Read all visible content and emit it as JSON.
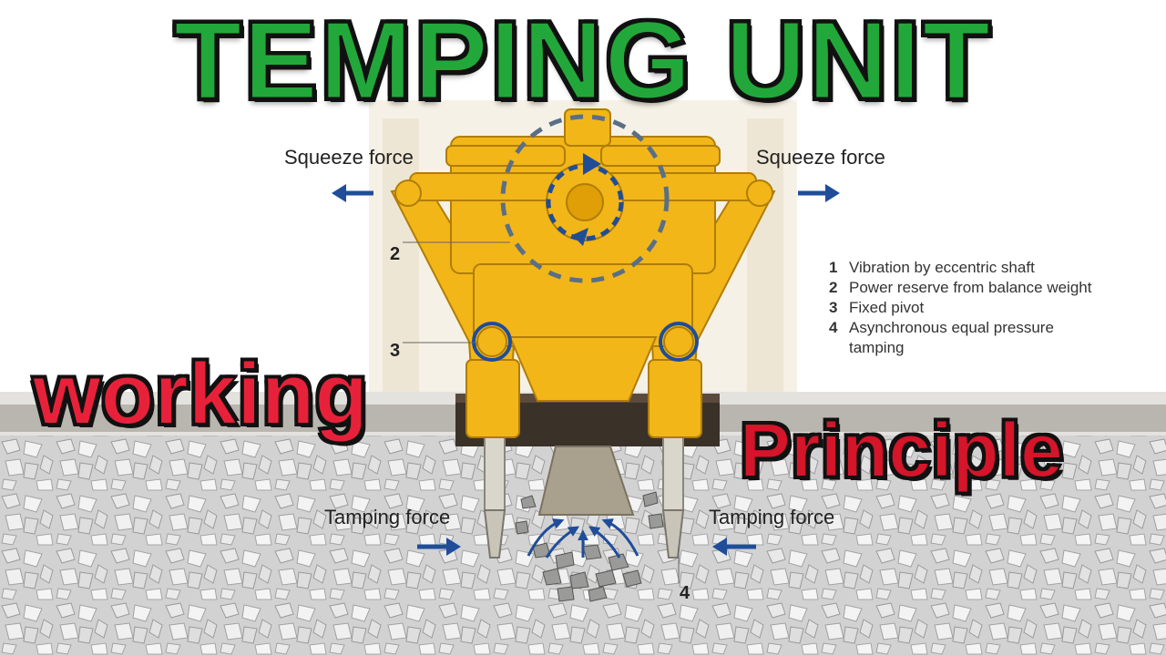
{
  "title": "TEMPING UNIT",
  "overlay": {
    "working": "working",
    "principle": "Principle"
  },
  "forces": {
    "squeeze_left": "Squeeze force",
    "squeeze_right": "Squeeze force",
    "tamping_left": "Tamping force",
    "tamping_right": "Tamping force"
  },
  "callouts": {
    "n2": "2",
    "n3": "3",
    "n4": "4"
  },
  "legend": [
    {
      "num": "1",
      "text": "Vibration by eccentric shaft"
    },
    {
      "num": "2",
      "text": "Power reserve from balance weight"
    },
    {
      "num": "3",
      "text": "Fixed pivot"
    },
    {
      "num": "4",
      "text": "Asynchronous equal pressure tamping"
    }
  ],
  "colors": {
    "title_green": "#22a83a",
    "overlay_red": "#e8213a",
    "machine_yellow": "#f2b619",
    "arrow_blue": "#1f4d9a",
    "ballast_grey": "#c9c9c9"
  }
}
